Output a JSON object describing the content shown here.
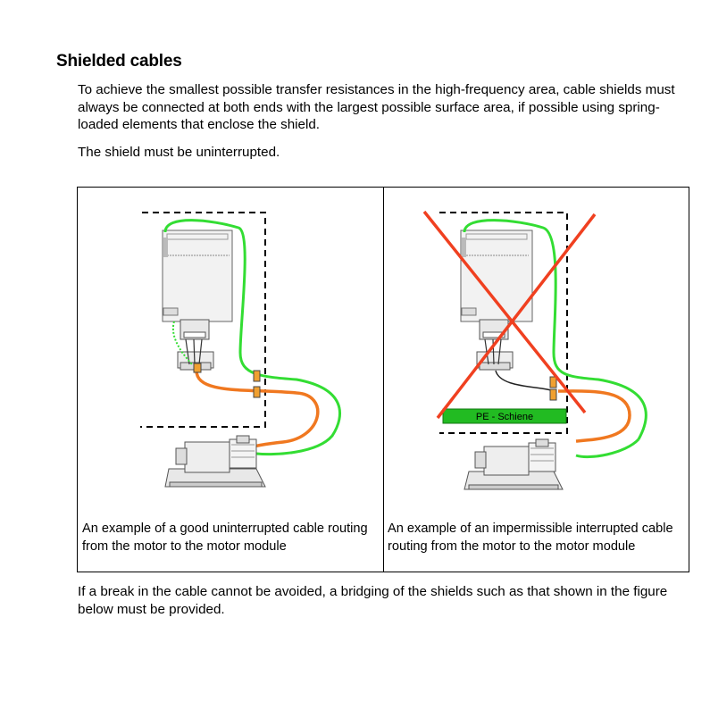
{
  "section": {
    "heading": "Shielded cables",
    "intro": "To achieve the smallest possible transfer resistances in the high-frequency area, cable shields must always be connected at both ends with the largest possible surface area, if possible using spring-loaded elements that enclose the shield.",
    "note": "The shield must be uninterrupted.",
    "followup": "If a break in the cable cannot be avoided, a bridging of the shields such as that shown in the figure below must be provided."
  },
  "figure": {
    "left_caption": "An example of a good uninterrupted cable routing from the motor to the motor module",
    "right_caption": "An example of an impermissible interrupted cable routing from the motor to the motor module",
    "pe_label": "PE - Schiene",
    "colors": {
      "shield_green": "#33dd33",
      "cable_orange": "#f07820",
      "cross_red": "#f04020",
      "pe_bar": "#22bb22"
    }
  }
}
